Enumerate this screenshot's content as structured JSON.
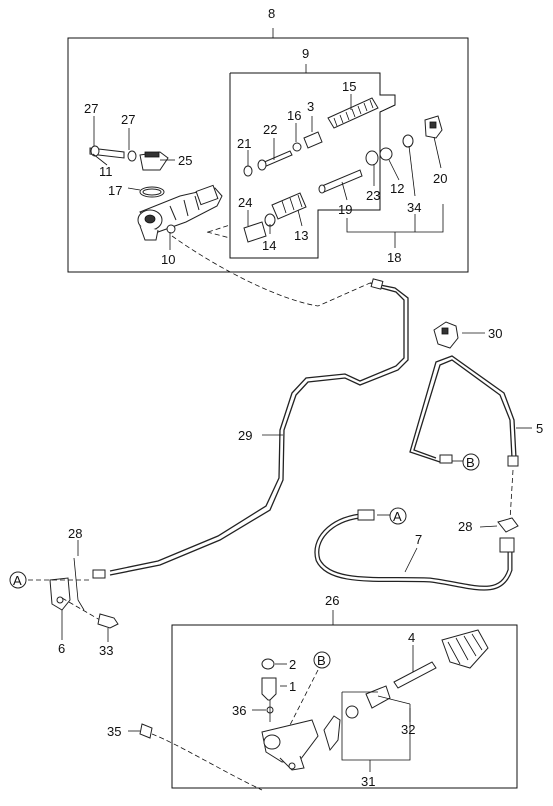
{
  "labels": {
    "l8": "8",
    "l9": "9",
    "l27a": "27",
    "l27b": "27",
    "l11": "11",
    "l25": "25",
    "l17": "17",
    "l21": "21",
    "l22": "22",
    "l16": "16",
    "l3": "3",
    "l15": "15",
    "l20": "20",
    "l24": "24",
    "l14": "14",
    "l13": "13",
    "l19": "19",
    "l23": "23",
    "l12": "12",
    "l34": "34",
    "l18": "18",
    "l10": "10",
    "l30": "30",
    "l29": "29",
    "l5": "5",
    "lB1": "B",
    "lA1": "A",
    "l28a": "28",
    "l28b": "28",
    "l7": "7",
    "lA2": "A",
    "l6": "6",
    "l33": "33",
    "l26": "26",
    "l2": "2",
    "l1": "1",
    "lB2": "B",
    "l4": "4",
    "l36": "36",
    "l35": "35",
    "l32": "32",
    "l31": "31"
  }
}
